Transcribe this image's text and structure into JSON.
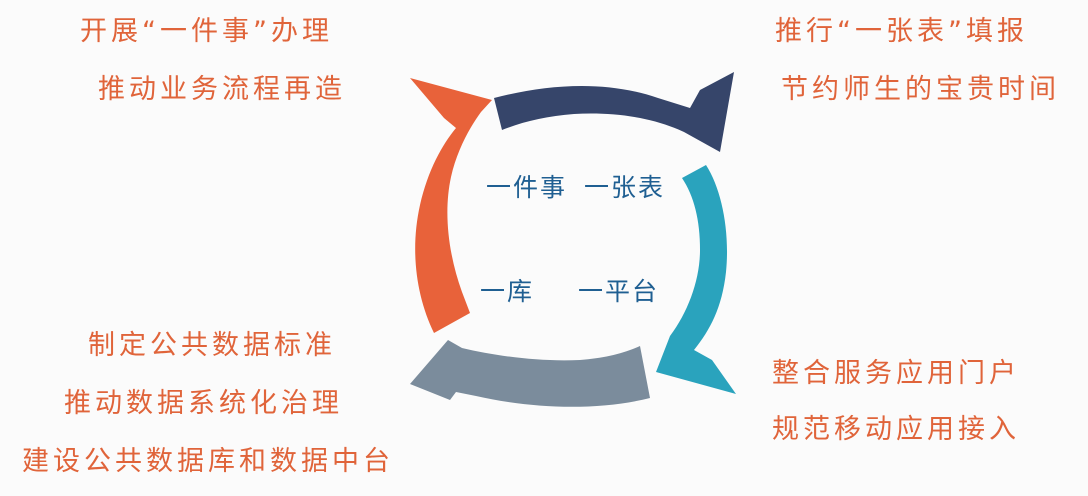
{
  "captions": {
    "top_left": [
      "开展“一件事”办理",
      "推动业务流程再造"
    ],
    "top_right": [
      "推行“一张表”填报",
      "节约师生的宝贵时间"
    ],
    "bottom_left": [
      "制定公共数据标准",
      "推动数据系统化治理",
      "建设公共数据库和数据中台"
    ],
    "bottom_right": [
      "整合服务应用门户",
      "规范移动应用接入"
    ]
  },
  "center": {
    "item_1": "一件事",
    "item_2": "一张表",
    "item_3": "一库",
    "item_4": "一平台"
  },
  "colors": {
    "caption_text": "#e0643a",
    "center_text": "#1f5f92",
    "arrow_top_left": "#e8623a",
    "arrow_top_right": "#36456a",
    "arrow_bottom_right": "#2aa3bd",
    "arrow_bottom_left": "#7b8c9c"
  }
}
